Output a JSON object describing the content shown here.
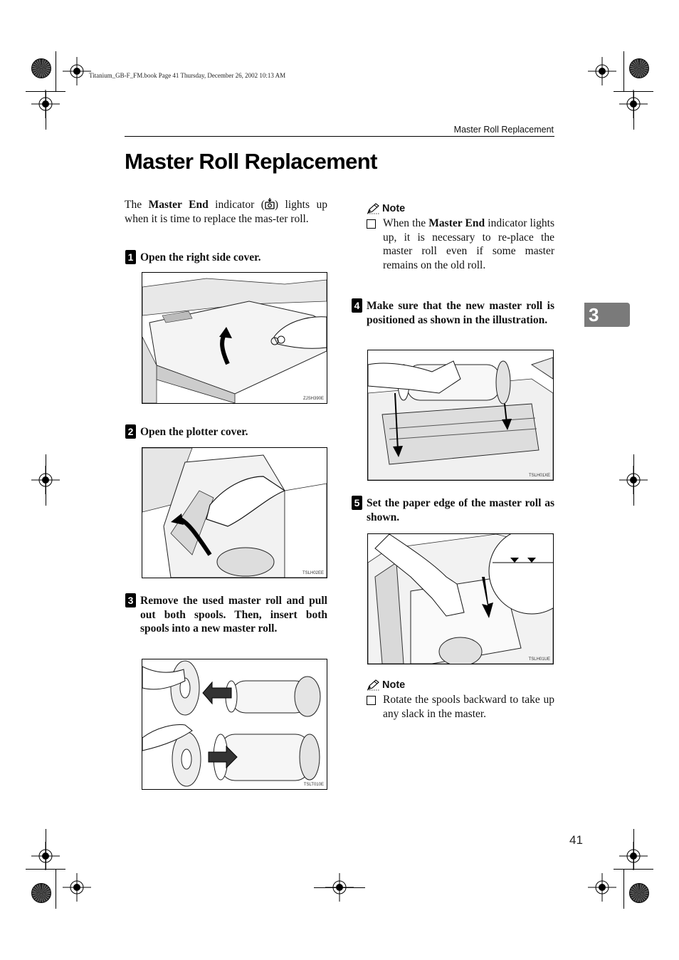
{
  "slug": "Titanium_GB-F_FM.book  Page 41  Thursday, December 26, 2002  10:13 AM",
  "running_head": "Master Roll Replacement",
  "title": "Master Roll Replacement",
  "intro": {
    "t1": "The ",
    "b1": "Master End",
    "t2": " indicator (",
    "icon": "master-end-indicator-icon",
    "t3": ") lights up when it is time to replace the mas-ter roll."
  },
  "steps": [
    {
      "num": "1",
      "text": "Open the right side cover.",
      "figure_code": "ZJSH390E"
    },
    {
      "num": "2",
      "text": "Open the plotter cover.",
      "figure_code": "TSLH02EE"
    },
    {
      "num": "3",
      "text": "Remove the used master roll and pull out both spools. Then, insert both spools into a new master roll.",
      "figure_code": "TSLT010E"
    },
    {
      "num": "4",
      "text": "Make sure that the new master roll is positioned as shown in the illustration.",
      "figure_code": "TSLH01XE"
    },
    {
      "num": "5",
      "text": "Set the paper edge of the master roll as shown.",
      "figure_code": "TSLH01UE"
    }
  ],
  "note1": {
    "label": "Note",
    "t1": "When the ",
    "b1": "Master End",
    "t2": " indicator lights up, it is necessary to re-place the master roll even if some master remains on the old roll."
  },
  "note2": {
    "label": "Note",
    "text": "Rotate the spools backward to take up any slack in the master."
  },
  "chapter_tab": "3",
  "page_number": "41"
}
